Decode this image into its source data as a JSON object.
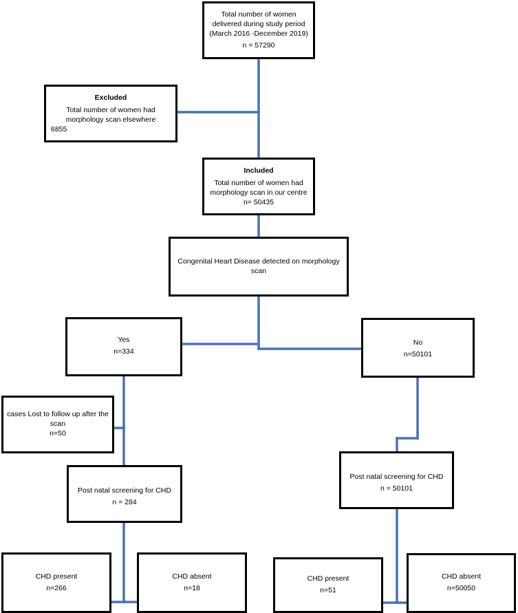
{
  "colors": {
    "connector": "#4a72b0",
    "border": "#000000"
  },
  "boxes": {
    "total": {
      "lines": [
        "Total number of  women",
        "delivered during  study period",
        "(March 2016 -December 2019)",
        "n = 57290"
      ]
    },
    "excluded": {
      "title": "Excluded",
      "lines": [
        "Total number of women had",
        "morphology scan elsewhere",
        "6855"
      ]
    },
    "included": {
      "title": "Included",
      "lines": [
        "Total number of women had",
        "morphology scan in our centre",
        "n= 50435"
      ]
    },
    "chd_detected": {
      "lines": [
        "Congenital Heart Disease detected on morphology",
        "scan"
      ]
    },
    "yes": {
      "lines": [
        "Yes",
        "n=334"
      ]
    },
    "no": {
      "lines": [
        "No",
        "n=50101"
      ]
    },
    "lost_followup": {
      "lines": [
        "cases Lost to follow up after the",
        "scan",
        "n=50"
      ]
    },
    "postnatal_yes": {
      "lines": [
        "Post natal screening for CHD",
        "n = 284"
      ]
    },
    "postnatal_no": {
      "lines": [
        "Post natal screening for CHD",
        "n = 50101"
      ]
    },
    "chd_present_left": {
      "lines": [
        "CHD present",
        "n=266"
      ]
    },
    "chd_absent_left": {
      "lines": [
        "CHD absent",
        "n=18"
      ]
    },
    "chd_present_right": {
      "lines": [
        "CHD present",
        "n=51"
      ]
    },
    "chd_absent_right": {
      "lines": [
        "CHD absent",
        "n=50050"
      ]
    }
  }
}
